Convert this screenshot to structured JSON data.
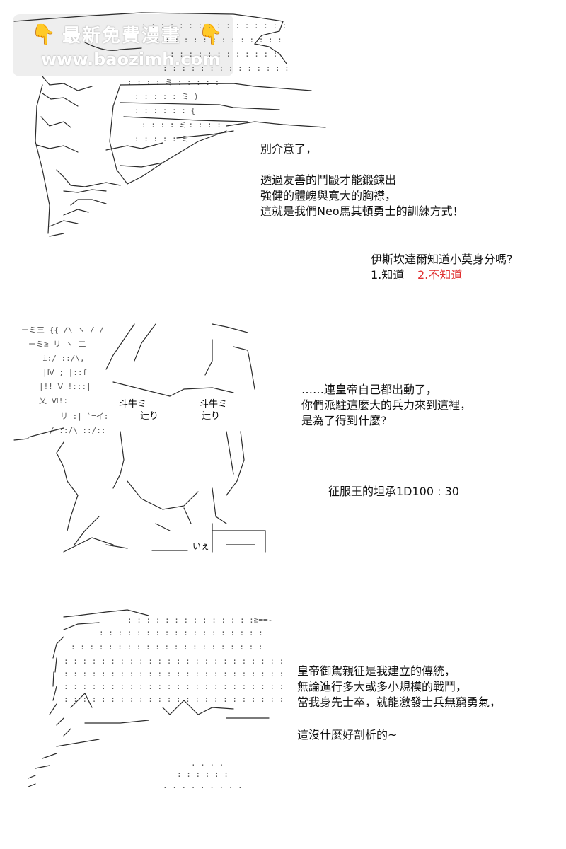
{
  "watermark": {
    "title": "最新免費漫畫",
    "url": "www.baozimh.com",
    "icon_left": "pointing-hand-icon",
    "icon_right": "pointing-hand-icon"
  },
  "panel1": {
    "line1": "別介意了，",
    "line2": "透過友善的鬥毆才能鍛鍊出",
    "line3": "強健的體魄與寬大的胸襟，",
    "line4": "這就是我們Neo馬其頓勇士的訓練方式！",
    "question": "伊斯坎達爾知道小莫身分嗎?",
    "option1": "1.知道",
    "option2": "2.不知道",
    "option2_color": "#e03030"
  },
  "panel2": {
    "line1": "……連皇帝自己都出動了，",
    "line2": "你們派駐這麼大的兵力來到這裡，",
    "line3": "是為了得到什麼?",
    "roll": "征服王的坦承1D100 : 30",
    "art_label1": "斗牛ミ",
    "art_label2": "斗牛ミ",
    "art_label3": "辷り",
    "art_label4": "辷り",
    "art_label5": "いぇ"
  },
  "panel3": {
    "line1": "皇帝御駕親征是我建立的傳統，",
    "line2": "無論進行多大或多小規模的戰鬥，",
    "line3": "當我身先士卒，就能激發士兵無窮勇氣，",
    "line4": "這沒什麼好剖析的~"
  }
}
